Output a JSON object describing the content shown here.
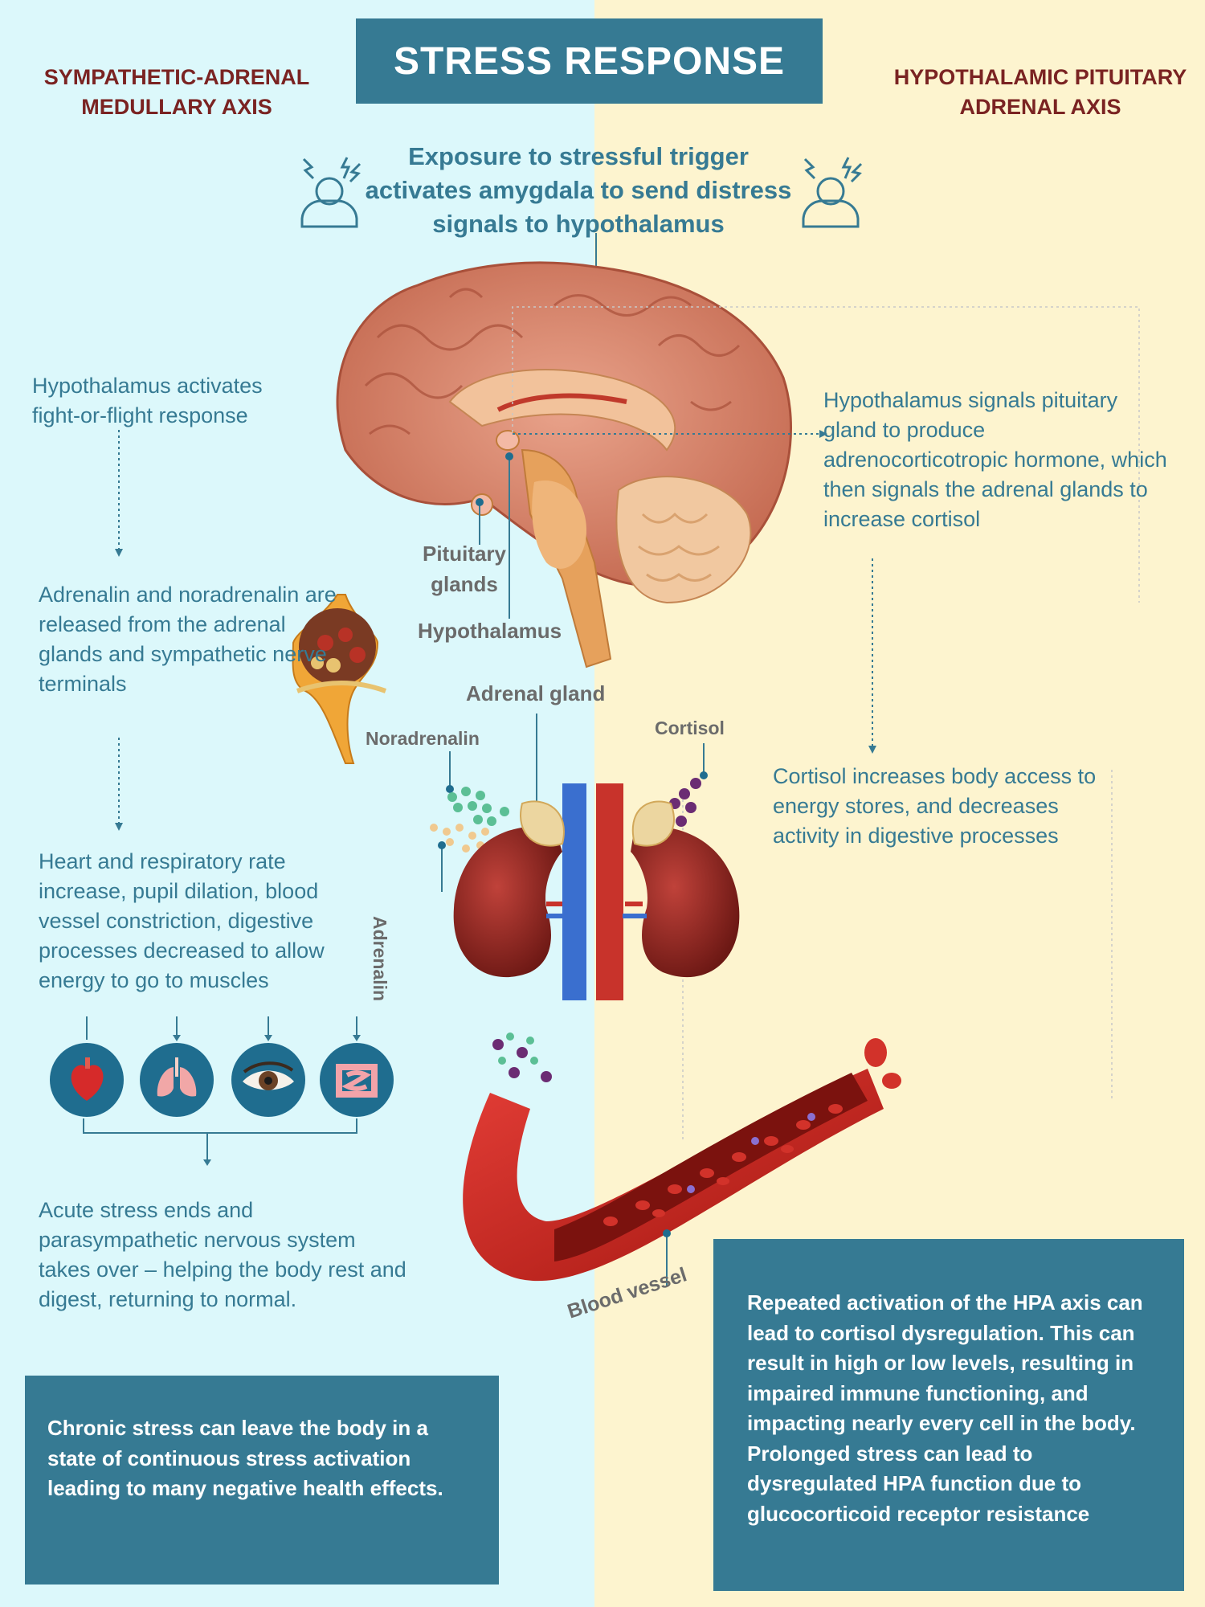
{
  "title": "STRESS RESPONSE",
  "left_axis_title": "SYMPATHETIC-ADRENAL MEDULLARY AXIS",
  "right_axis_title": "HYPOTHALAMIC PITUITARY ADRENAL AXIS",
  "trigger_text": "Exposure to stressful trigger activates amygdala to send distress signals to hypothalamus",
  "left_steps": [
    "Hypothalamus activates fight-or-flight response",
    "Adrenalin and noradrenalin are released from the adrenal glands and sympathetic nerve terminals",
    "Heart and respiratory rate increase, pupil dilation, blood vessel constriction, digestive processes decreased to allow energy to go to muscles",
    "Acute stress ends and parasympathetic nervous system takes over – helping the body rest and digest, returning to normal."
  ],
  "right_steps": [
    "Hypothalamus signals pituitary gland to produce adrenocorticotropic hormone, which then signals the adrenal glands to increase cortisol",
    "Cortisol increases body access to energy stores, and decreases activity in digestive processes"
  ],
  "labels": {
    "pituitary": "Pituitary glands",
    "hypothalamus": "Hypothalamus",
    "adrenal_gland": "Adrenal gland",
    "noradrenalin": "Noradrenalin",
    "cortisol": "Cortisol",
    "adrenalin": "Adrenalin",
    "blood_vessel": "Blood vessel"
  },
  "organ_icons": [
    "heart-icon",
    "lungs-icon",
    "eye-icon",
    "intestine-icon"
  ],
  "left_box": "Chronic stress can leave the body in a state of continuous stress activation leading to many negative health effects.",
  "right_box": "Repeated activation of the HPA axis can lead to cortisol dysregulation. This can result in high or low levels, resulting in impaired immune functioning, and impacting nearly every cell in the body. Prolonged stress can lead to dysregulated HPA function due to glucocorticoid receptor resistance",
  "colors": {
    "left_background": "#dcf8fb",
    "right_background": "#fdf4cf",
    "accent": "#367a93",
    "axis_title": "#7a2322",
    "label_gray": "#6b6b6b"
  }
}
